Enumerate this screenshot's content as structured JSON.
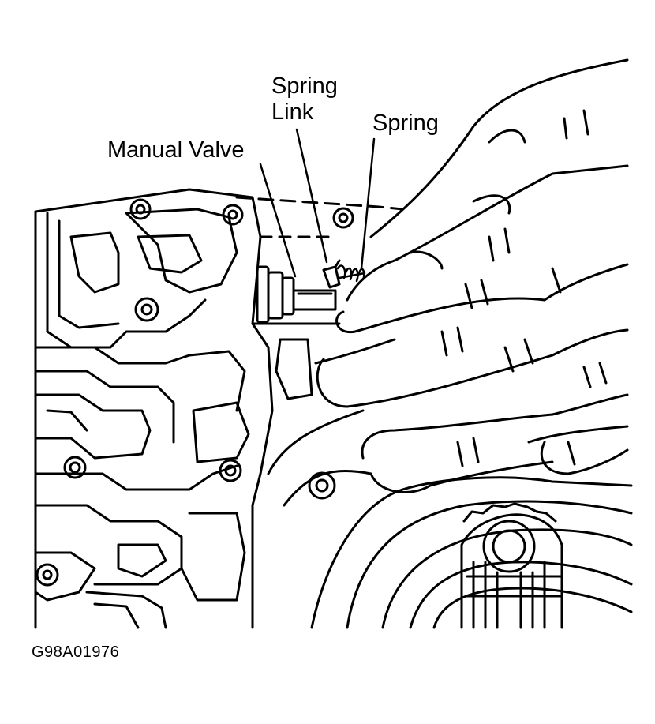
{
  "labels": {
    "spring_link_line1": "Spring",
    "spring_link_line2": "Link",
    "spring": "Spring",
    "manual_valve": "Manual Valve"
  },
  "figure_id": "G98A01976",
  "colors": {
    "ink": "#000000",
    "paper": "#ffffff"
  }
}
